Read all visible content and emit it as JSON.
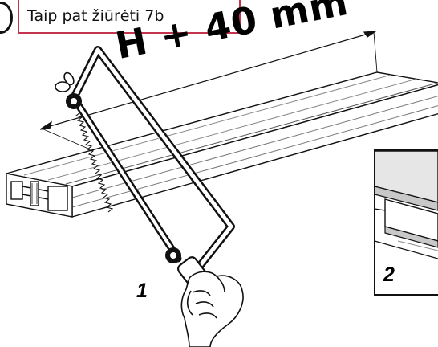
{
  "note": {
    "text": "Taip pat žiūrėti 7b"
  },
  "dimension": {
    "label": "H + 40 mm"
  },
  "steps": {
    "one": "1",
    "two": "2"
  },
  "colors": {
    "note_border": "#c4344f",
    "line": "#111111",
    "shade": "#c8c8c8",
    "profile_fill": "#e6e6e6"
  },
  "icons": {
    "saw": "hacksaw-icon",
    "hand": "hand-icon",
    "rail": "aluminium-profile-icon"
  }
}
